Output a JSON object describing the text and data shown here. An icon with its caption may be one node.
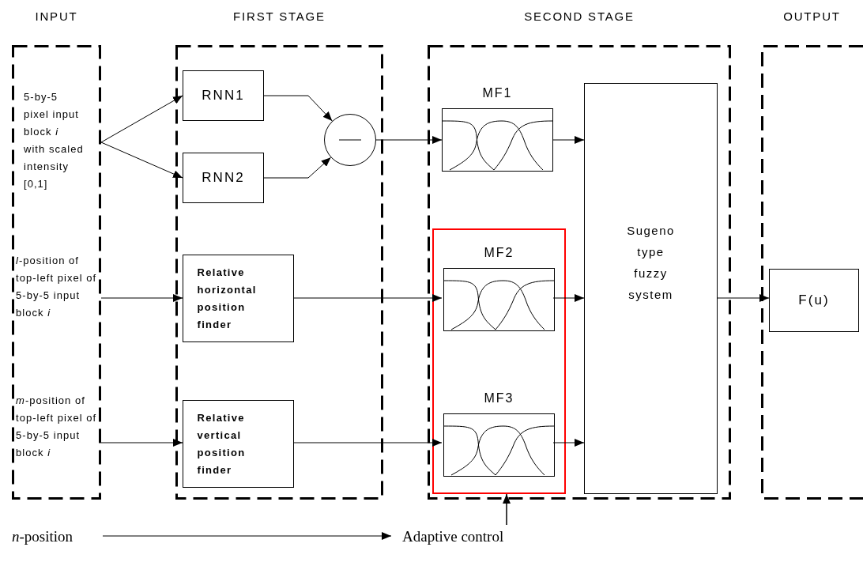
{
  "diagram": {
    "nodes": [
      {
        "text": [
          "INPUT"
        ]
      },
      {
        "text": [
          "5-by-5 pixel input block *i* with scaled intensity [0,1]"
        ],
        "in": 0
      },
      {
        "text": [
          "*l*-position of top-left pixel of 5-by-5 input block *i*"
        ],
        "in": 0
      },
      {
        "text": [
          "*m*-position of top-left pixel of 5-by-5 input block *i*"
        ],
        "in": 0
      },
      {
        "text": [
          "FIRST STAGE"
        ]
      },
      {
        "text": [
          "RNN1"
        ],
        "in": 4
      },
      {
        "text": [
          "RNN2"
        ],
        "in": 4
      },
      {
        "text": [],
        "shape": "circle",
        "in": 4
      },
      {
        "text": [
          "Relative horizontal position finder"
        ],
        "in": 4
      },
      {
        "text": [
          "Relative vertical position finder"
        ],
        "in": 4
      },
      {
        "text": [
          "SECOND STAGE"
        ]
      },
      {
        "text": [
          "MF1"
        ],
        "in": 10
      },
      {
        "text": [],
        "shape": "box",
        "in": 10
      },
      {
        "text": [
          "MF2"
        ],
        "in": 12
      },
      {
        "text": [
          "MF3"
        ],
        "in": 12
      },
      {
        "text": [
          "Sugeno type fuzzy system"
        ],
        "in": 10
      },
      {
        "text": [
          "OUTPUT"
        ]
      },
      {
        "text": [
          "F(u)"
        ],
        "in": 16
      },
      {
        "text": [
          "*n*-position"
        ]
      },
      {
        "text": [
          "Adaptive control"
        ]
      }
    ],
    "edges": [
      {
        "from": 1,
        "to": 5,
        "arrow": "to"
      },
      {
        "from": 1,
        "to": 6,
        "arrow": "to"
      },
      {
        "from": 5,
        "to": 7,
        "arrow": "to"
      },
      {
        "from": 6,
        "to": 7,
        "arrow": "to"
      },
      {
        "from": 7,
        "to": 11,
        "arrow": "to"
      },
      {
        "from": 2,
        "to": 8,
        "arrow": "to"
      },
      {
        "from": 3,
        "to": 9,
        "arrow": "to"
      },
      {
        "from": 8,
        "to": 13,
        "arrow": "to"
      },
      {
        "from": 9,
        "to": 14,
        "arrow": "to"
      },
      {
        "from": 11,
        "to": 15,
        "arrow": "to"
      },
      {
        "from": 13,
        "to": 15,
        "arrow": "to"
      },
      {
        "from": 14,
        "to": 15,
        "arrow": "to"
      },
      {
        "from": 15,
        "to": 17,
        "arrow": "to"
      },
      {
        "from": 18,
        "to": 19,
        "arrow": "to"
      },
      {
        "from": 19,
        "to": 12,
        "arrow": "to"
      }
    ]
  }
}
